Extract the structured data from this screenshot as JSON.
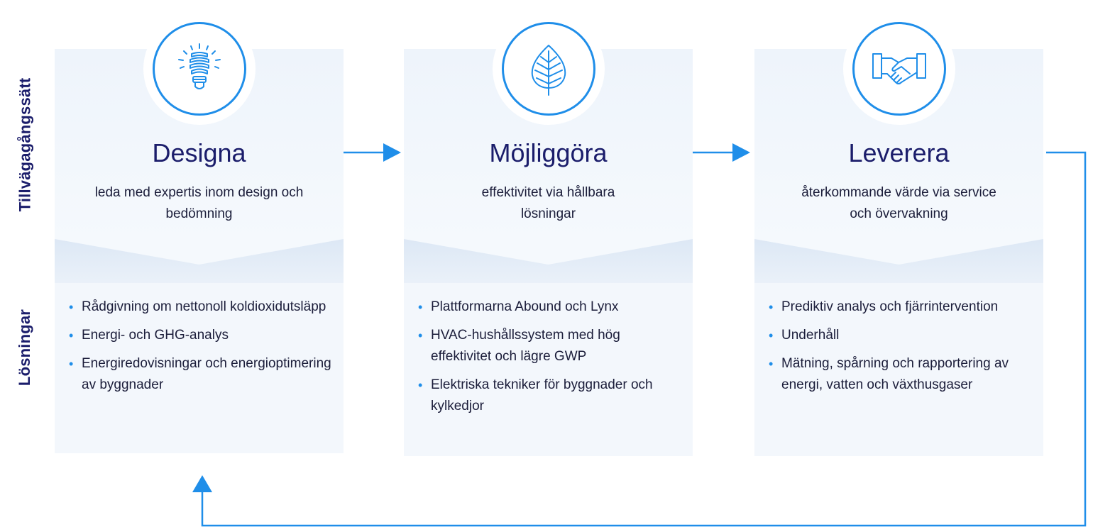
{
  "row_labels": {
    "approach": "Tillvägagångssätt",
    "solutions": "Lösningar"
  },
  "colors": {
    "accent": "#1f8ee9",
    "title": "#1b1d6b",
    "card": "#eef4fb"
  },
  "cards": [
    {
      "icon": "lightbulb-icon",
      "title": "Designa",
      "subtitle": "leda med expertis inom design och bedömning",
      "bullets": [
        "Rådgivning om nettonoll koldioxidutsläpp",
        "Energi- och GHG-analys",
        "Energiredovisningar och energioptimering av byggnader"
      ]
    },
    {
      "icon": "leaf-icon",
      "title": "Möjliggöra",
      "subtitle": "effektivitet via hållbara lösningar",
      "bullets": [
        "Plattformarna Abound och Lynx",
        "HVAC-hushållssystem med hög effektivitet och lägre GWP",
        "Elektriska tekniker för byggnader och kylkedjor"
      ]
    },
    {
      "icon": "handshake-icon",
      "title": "Leverera",
      "subtitle": "återkommande värde via service och övervakning",
      "bullets": [
        "Prediktiv analys och fjärrintervention",
        "Underhåll",
        "Mätning, spårning och rapportering av energi, vatten och växthusgaser"
      ]
    }
  ]
}
